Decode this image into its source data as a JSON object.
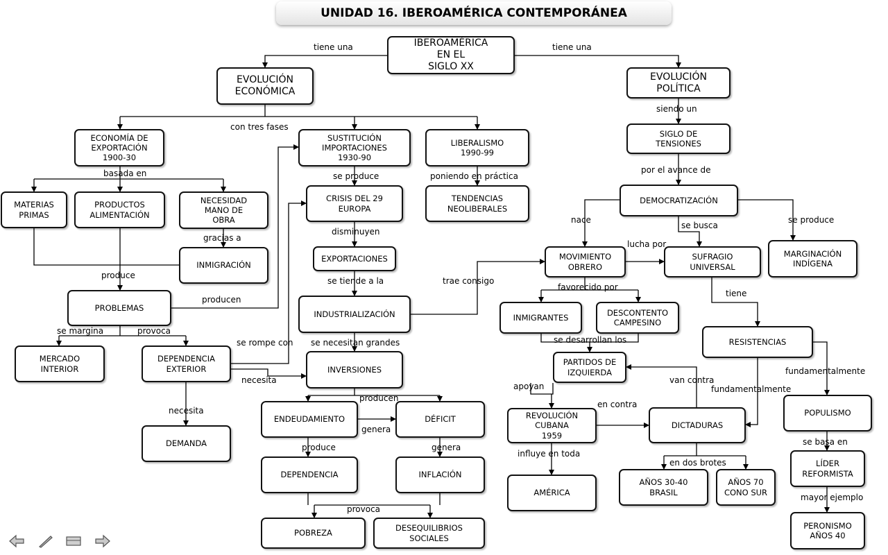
{
  "title": "UNIDAD 16. IBEROAMÉRICA CONTEMPORÁNEA",
  "nodes": {
    "root": "IBEROAMÉRICA\nEN EL\nSIGLO XX",
    "evo_eco": "EVOLUCIÓN\nECONÓMICA",
    "evo_pol": "EVOLUCIÓN\nPOLÍTICA",
    "eco_export": "ECONOMÍA DE\nEXPORTACIÓN\n1900-30",
    "sustitucion": "SUSTITUCIÓN\nIMPORTACIONES\n1930-90",
    "liberalismo": "LIBERALISMO\n1990-99",
    "siglo_tensiones": "SIGLO DE\nTENSIONES",
    "materias": "MATERIAS\nPRIMAS",
    "productos": "PRODUCTOS\nALIMENTACIÓN",
    "necesidad": "NECESIDAD\nMANO DE\nOBRA",
    "crisis": "CRISIS DEL 29\nEUROPA",
    "tendencias": "TENDENCIAS\nNEOLIBERALES",
    "democratizacion": "DEMOCRATIZACIÓN",
    "inmigracion": "INMIGRACIÓN",
    "exportaciones": "EXPORTACIONES",
    "mov_obrero": "MOVIMIENTO\nOBRERO",
    "sufragio": "SUFRAGIO\nUNIVERSAL",
    "marginacion": "MARGINACIÓN\nINDÍGENA",
    "problemas": "PROBLEMAS",
    "industrializacion": "INDUSTRIALIZACIÓN",
    "inmigrantes": "INMIGRANTES",
    "descontento": "DESCONTENTO\nCAMPESINO",
    "resistencias": "RESISTENCIAS",
    "mercado": "MERCADO\nINTERIOR",
    "dependencia_ext": "DEPENDENCIA\nEXTERIOR",
    "inversiones": "INVERSIONES",
    "partidos": "PARTIDOS DE\nIZQUIERDA",
    "populismo": "POPULISMO",
    "endeudamiento": "ENDEUDAMIENTO",
    "deficit": "DÉFICIT",
    "revolucion": "REVOLUCIÓN\nCUBANA\n1959",
    "dictaduras": "DICTADURAS",
    "demanda": "DEMANDA",
    "lider": "LÍDER\nREFORMISTA",
    "dependencia": "DEPENDENCIA",
    "inflacion": "INFLACIÓN",
    "america": "AMÉRICA",
    "anos3040": "AÑOS 30-40\nBRASIL",
    "anos70": "AÑOS 70\nCONO SUR",
    "pobreza": "POBREZA",
    "desequilibrios": "DESEQUILIBRIOS\nSOCIALES",
    "peronismo": "PERONISMO\nAÑOS 40"
  },
  "labels": {
    "tiene_una_l": "tiene una",
    "tiene_una_r": "tiene una",
    "con_tres_fases": "con tres fases",
    "siendo_un": "siendo un",
    "basada_en": "basada en",
    "se_produce_1": "se produce",
    "poniendo": "poniendo en práctica",
    "por_el_avance": "por el avance de",
    "gracias_a": "gracias a",
    "disminuyen": "disminuyen",
    "nace": "nace",
    "se_busca": "se busca",
    "se_produce_2": "se produce",
    "lucha_por": "lucha por",
    "produce_1": "produce",
    "se_tiende": "se tiende a la",
    "trae_consigo": "trae consigo",
    "favorecido": "favorecido por",
    "tiene": "tiene",
    "producen_1": "producen",
    "se_margina": "se margina",
    "provoca_1": "provoca",
    "se_rompe": "se rompe con",
    "se_necesitan": "se necesitan grandes",
    "se_desarrollan": "se desarrollan los",
    "fundamentalmente_1": "fundamentalmente",
    "necesita_1": "necesita",
    "van_contra": "van contra",
    "fundamentalmente_2": "fundamentalmente",
    "apoyan": "apoyan",
    "producen_2": "producen",
    "en_contra": "en contra",
    "necesita_2": "necesita",
    "genera_1": "genera",
    "se_basa_en": "se basa en",
    "produce_2": "produce",
    "genera_2": "genera",
    "influye": "influye en toda",
    "en_dos_brotes": "en dos brotes",
    "mayor_ejemplo": "mayor ejemplo",
    "provoca_2": "provoca"
  },
  "nav": [
    "arrow-left-icon",
    "pen-icon",
    "menu-icon",
    "arrow-right-icon"
  ]
}
